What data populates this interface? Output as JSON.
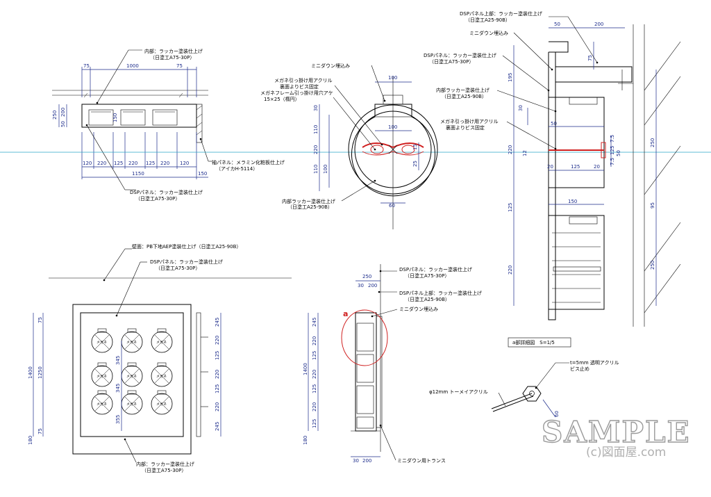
{
  "notes": {
    "top_left_inner": "内部：ラッカー塗装仕上げ",
    "top_left_inner_sub": "（日塗工A75-30P）",
    "top_left_panel": "DSPパネル：ラッカー塗装仕上げ",
    "top_left_panel_sub": "（日塗工A75-30P）",
    "top_left_side": "袖パネル：メラミン化粧板仕上げ",
    "top_left_side_sub": "（アイカH-5114）",
    "round_downlight": "ミニダウン埋込み",
    "round_acrylic": "メガネ引っ掛け用アクリル",
    "round_acrylic_sub": "裏面よりビス固定",
    "round_hole": "メガネフレーム引っ掛け用穴アケ",
    "round_hole_sub": "15×25（楕円）",
    "round_inner": "内部ラッカー塗装仕上げ",
    "round_inner_sub": "（日塗工A25-90B）",
    "sec_top": "DSPパネル上部：ラッカー塗装仕上げ",
    "sec_top_sub": "（日塗工A25-90B）",
    "sec_downlight": "ミニダウン埋込み",
    "sec_panel": "DSPパネル：ラッカー塗装仕上げ",
    "sec_panel_sub": "（日塗工A75-30P）",
    "sec_inner": "内部ラッカー塗装仕上げ",
    "sec_inner_sub": "（日塗工A25-90B）",
    "sec_acrylic": "メガネ引っ掛け用アクリル",
    "sec_acrylic_sub": "裏面よりビス固定",
    "wall": "壁面：PB下地AEP塗装仕上げ（日塗工A25-90B）",
    "elev_panel": "DSPパネル：ラッカー塗装仕上げ",
    "elev_panel_sub": "（日塗工A75-30P）",
    "elev_inner": "内部：ラッカー塗装仕上げ",
    "elev_inner_sub": "（日塗工A75-30P）",
    "side_panel": "DSPパネル：ラッカー塗装仕上げ",
    "side_panel_sub": "（日塗工A75-30P）",
    "side_top": "DSPパネル上部：ラッカー塗装仕上げ",
    "side_top_sub": "（日塗工A25-90B）",
    "side_downlight": "ミニダウン埋込み",
    "side_trans": "ミニダウン用トランス",
    "detail_mark": "a",
    "detail_title": "a部詳細図　S=1/5",
    "detail_acrylic": "t=5mm 透明アクリル",
    "detail_screw": "ビス止め",
    "detail_rod": "φ12mm トーメイアクリル"
  },
  "dims": {
    "plan_top": [
      "75",
      "1000",
      "75"
    ],
    "plan_left": [
      "250",
      "200",
      "50"
    ],
    "plan_inner": "150",
    "plan_bottom": [
      "120",
      "220",
      "125",
      "220",
      "125",
      "220",
      "120"
    ],
    "plan_total": "1150",
    "plan_side": "150",
    "round_top": "100",
    "round_inner_w": "100",
    "round_left": [
      "30",
      "110",
      "220",
      "110",
      "100"
    ],
    "round_right": [
      "15",
      "25"
    ],
    "round_bottom": "60",
    "sec_top": [
      "50",
      "200"
    ],
    "sec_vert_top": [
      "75"
    ],
    "sec_left": [
      "195",
      "30",
      "220",
      "125",
      "220"
    ],
    "sec_inner": [
      "30",
      "50",
      "12",
      "20",
      "125",
      "20"
    ],
    "sec_small": [
      "7.5",
      "125",
      "7.5",
      "50"
    ],
    "sec_mid": "150",
    "sec_right": [
      "250",
      "95",
      "250"
    ],
    "elev_left": [
      "75",
      "1250",
      "75"
    ],
    "elev_total": "1400",
    "elev_bottom": "180",
    "elev_centers": [
      "345",
      "345",
      "355"
    ],
    "elev_right": [
      "245",
      "220",
      "125",
      "220",
      "125",
      "220",
      "245"
    ],
    "side_top": [
      "250",
      "30",
      "200"
    ],
    "side_left": [
      "245",
      "220",
      "125",
      "220",
      "125",
      "220",
      "125"
    ],
    "side_total": "1400",
    "side_bottom": "180",
    "side_base": [
      "30",
      "200"
    ],
    "detail_dim": "60"
  },
  "glasses_label": "メガネ",
  "watermark": {
    "main": "SAMPLE",
    "sub": "(c)図面屋.com"
  }
}
